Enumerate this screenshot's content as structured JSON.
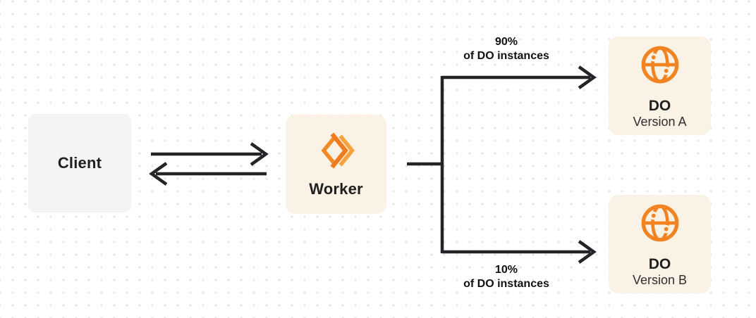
{
  "nodes": {
    "client": {
      "label": "Client"
    },
    "worker": {
      "label": "Worker"
    },
    "do_version_a": {
      "title": "DO",
      "subtitle": "Version A"
    },
    "do_version_b": {
      "title": "DO",
      "subtitle": "Version B"
    }
  },
  "edges": {
    "client_worker": {
      "description": "bidirectional request/response arrows"
    },
    "top_branch": {
      "line1": "90%",
      "line2": "of DO instances"
    },
    "bottom_branch": {
      "line1": "10%",
      "line2": "of DO instances"
    }
  },
  "icons": {
    "worker_icon": "cloudflare-workers-logo",
    "durable_object_icon": "globe-with-dots"
  },
  "colors": {
    "orange": "#F28321",
    "orange_light": "#F7A23C",
    "orange_mid": "#EF7D1E",
    "cream_box": "#FBF2E6",
    "gray_box": "#F4F4F6",
    "line": "#242428",
    "dot_grid": "#E5E4E7",
    "background": "#FFFFFF",
    "text": "#1F1F1F"
  }
}
